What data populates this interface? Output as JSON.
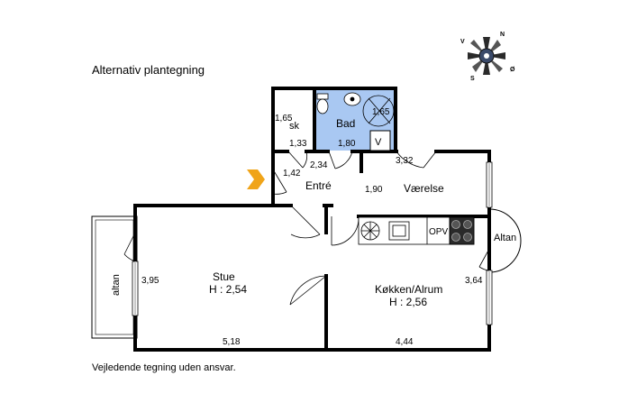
{
  "title": "Alternativ plantegning",
  "footer": "Vejledende tegning uden ansvar.",
  "compass": {
    "n": "N",
    "v": "V",
    "s": "S",
    "o": "Ø"
  },
  "rooms": {
    "bad": "Bad",
    "sk": "sk",
    "entre": "Entré",
    "vaerelse": "Værelse",
    "stue": "Stue",
    "stue_h": "H : 2,54",
    "kokken": "Køkken/Alrum",
    "kokken_h": "H : 2,56",
    "altan_left": "altan",
    "altan_right": "Altan",
    "v": "V",
    "opv": "OPV"
  },
  "dims": {
    "sk_w": "1,65",
    "sk_d": "1,33",
    "bad_w": "1,80",
    "bad_h": "1,65",
    "entre_a": "1,42",
    "entre_b": "2,34",
    "entre_c": "1,90",
    "vaer": "3,32",
    "stue_h": "3,95",
    "stue_w": "5,18",
    "kok_h": "3,64",
    "kok_w": "4,44"
  },
  "colors": {
    "bath": "#a9c8f2",
    "wall": "#000000",
    "entrance_arrow": "#f0a419",
    "window": "#c8c8c8"
  }
}
